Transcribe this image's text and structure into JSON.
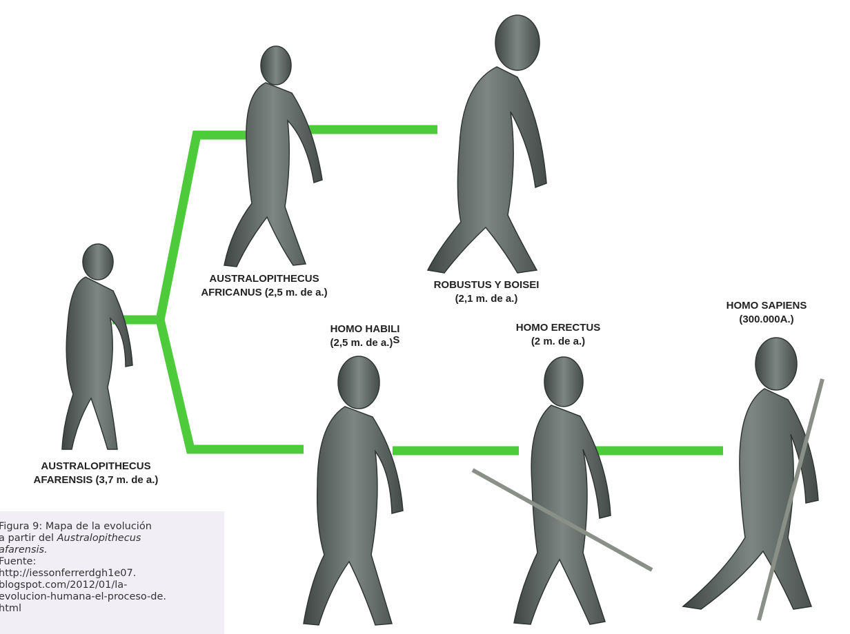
{
  "colors": {
    "branch": "#4ecb3a",
    "figure": "#5e6663",
    "label": "#222222",
    "caption_bg": "#f1eef5"
  },
  "species": {
    "afarensis": {
      "name": "AUSTRALOPITHECUS",
      "date": "AFARENSIS (3,7 m. de a.)"
    },
    "africanus": {
      "name": "AUSTRALOPITHECUS",
      "date": "AFRICANUS (2,5 m. de a.)"
    },
    "robustus": {
      "name": "ROBUSTUS Y BOISEI",
      "date": "(2,1 m. de a.)"
    },
    "habilis": {
      "name": "HOMO HABILI",
      "date": "(2,5 m. de a.)",
      "suffix": "S"
    },
    "erectus": {
      "name": "HOMO ERECTUS",
      "date": "(2 m. de a.)"
    },
    "sapiens": {
      "name": "HOMO SAPIENS",
      "date": "(300.000A.)"
    }
  },
  "caption": {
    "line1": "Figura 9: Mapa de la evolución",
    "line2_prefix": "a partir del ",
    "line2_italic": "Australopithecus",
    "line3_italic": "afarensis.",
    "line4": "Fuente:",
    "line5": "http://iessonferrerdgh1e07.",
    "line6": "blogspot.com/2012/01/la-",
    "line7": "evolucion-humana-el-proceso-de.",
    "line8": "html"
  }
}
